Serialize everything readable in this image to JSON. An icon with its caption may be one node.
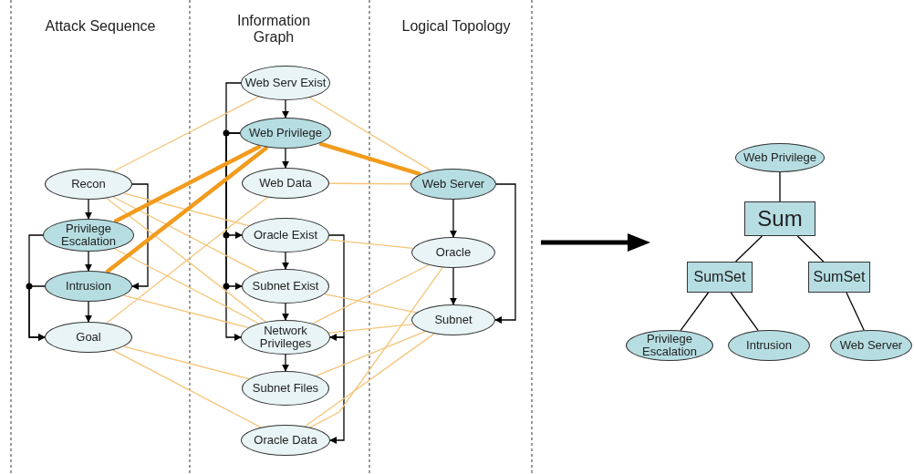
{
  "diagram": {
    "nodes": [
      {
        "text": [
          "Recon"
        ]
      },
      {
        "text": [
          "Privilege Escalation"
        ]
      },
      {
        "text": [
          "Intrusion"
        ]
      },
      {
        "text": [
          "Goal"
        ]
      },
      {
        "text": [
          "Web Serv Exist"
        ]
      },
      {
        "text": [
          "Web Privilege"
        ]
      },
      {
        "text": [
          "Web Data"
        ]
      },
      {
        "text": [
          "Oracle Exist"
        ]
      },
      {
        "text": [
          "Subnet Exist"
        ]
      },
      {
        "text": [
          "Network Privileges"
        ]
      },
      {
        "text": [
          "Subnet Files"
        ]
      },
      {
        "text": [
          "Oracle Data"
        ]
      },
      {
        "text": [
          "Web Server"
        ]
      },
      {
        "text": [
          "Oracle"
        ]
      },
      {
        "text": [
          "Subnet"
        ]
      },
      {
        "text": [
          "Web Privilege"
        ]
      },
      {
        "text": [
          "Sum"
        ]
      },
      {
        "text": [
          "SumSet"
        ]
      },
      {
        "text": [
          "SumSet"
        ]
      },
      {
        "text": [
          "Privilege Escalation"
        ]
      },
      {
        "text": [
          "Intrusion"
        ]
      },
      {
        "text": [
          "Web Server"
        ]
      }
    ],
    "edges": [
      {
        "from": 0,
        "to": 1,
        "arrow": "to"
      },
      {
        "from": 1,
        "to": 2,
        "arrow": "to"
      },
      {
        "from": 2,
        "to": 3,
        "arrow": "to"
      },
      {
        "from": 0,
        "to": 2,
        "arrow": "to"
      },
      {
        "from": 1,
        "to": 3,
        "arrow": "to"
      },
      {
        "from": 2,
        "to": 3,
        "arrow": "to"
      },
      {
        "from": 4,
        "to": 5,
        "arrow": "to"
      },
      {
        "from": 5,
        "to": 6,
        "arrow": "to"
      },
      {
        "from": 7,
        "to": 8,
        "arrow": "to"
      },
      {
        "from": 8,
        "to": 9,
        "arrow": "to"
      },
      {
        "from": 9,
        "to": 10,
        "arrow": "to"
      },
      {
        "from": 4,
        "to": 9,
        "arrow": "to"
      },
      {
        "from": 5,
        "to": 7,
        "arrow": "to"
      },
      {
        "from": 5,
        "to": 8,
        "arrow": "to"
      },
      {
        "from": 7,
        "to": 9,
        "arrow": "to"
      },
      {
        "from": 9,
        "to": 11,
        "arrow": "to"
      },
      {
        "from": 12,
        "to": 13,
        "arrow": "to"
      },
      {
        "from": 13,
        "to": 14,
        "arrow": "to"
      },
      {
        "from": 12,
        "to": 14,
        "arrow": "to"
      },
      {
        "from": 0,
        "to": 4,
        "arrow": "none",
        "color": "#f5c57a"
      },
      {
        "from": 0,
        "to": 7,
        "arrow": "none",
        "color": "#f5c57a"
      },
      {
        "from": 0,
        "to": 8,
        "arrow": "none",
        "color": "#f5c57a"
      },
      {
        "from": 0,
        "to": 9,
        "arrow": "none",
        "color": "#f5c57a"
      },
      {
        "from": 1,
        "to": 5,
        "arrow": "none",
        "style": "thick",
        "color": "#f29b1d"
      },
      {
        "from": 1,
        "to": 9,
        "arrow": "none",
        "color": "#f5c57a"
      },
      {
        "from": 2,
        "to": 5,
        "arrow": "none",
        "style": "thick",
        "color": "#f29b1d"
      },
      {
        "from": 2,
        "to": 9,
        "arrow": "none",
        "color": "#f5c57a"
      },
      {
        "from": 3,
        "to": 6,
        "arrow": "none",
        "color": "#f5c57a"
      },
      {
        "from": 3,
        "to": 10,
        "arrow": "none",
        "color": "#f5c57a"
      },
      {
        "from": 3,
        "to": 11,
        "arrow": "none",
        "color": "#f5c57a"
      },
      {
        "from": 4,
        "to": 12,
        "arrow": "none",
        "color": "#f5c57a"
      },
      {
        "from": 5,
        "to": 12,
        "arrow": "none",
        "style": "thick",
        "color": "#f29b1d"
      },
      {
        "from": 6,
        "to": 12,
        "arrow": "none",
        "color": "#f5c57a"
      },
      {
        "from": 7,
        "to": 13,
        "arrow": "none",
        "color": "#f5c57a"
      },
      {
        "from": 8,
        "to": 14,
        "arrow": "none",
        "color": "#f5c57a"
      },
      {
        "from": 9,
        "to": 13,
        "arrow": "none",
        "color": "#f5c57a"
      },
      {
        "from": 9,
        "to": 14,
        "arrow": "none",
        "color": "#f5c57a"
      },
      {
        "from": 10,
        "to": 14,
        "arrow": "none",
        "color": "#f5c57a"
      },
      {
        "from": 11,
        "to": 13,
        "arrow": "none",
        "color": "#f5c57a"
      },
      {
        "from": 11,
        "to": 14,
        "arrow": "none",
        "color": "#f5c57a"
      },
      {
        "from": 15,
        "to": 16,
        "arrow": "none"
      },
      {
        "from": 16,
        "to": 17,
        "arrow": "none"
      },
      {
        "from": 16,
        "to": 18,
        "arrow": "none"
      },
      {
        "from": 17,
        "to": 19,
        "arrow": "none"
      },
      {
        "from": 17,
        "to": 20,
        "arrow": "none"
      },
      {
        "from": 18,
        "to": 21,
        "arrow": "none"
      }
    ],
    "labels": [
      "Attack Sequence",
      "Information Graph",
      "Logical Topology"
    ]
  }
}
